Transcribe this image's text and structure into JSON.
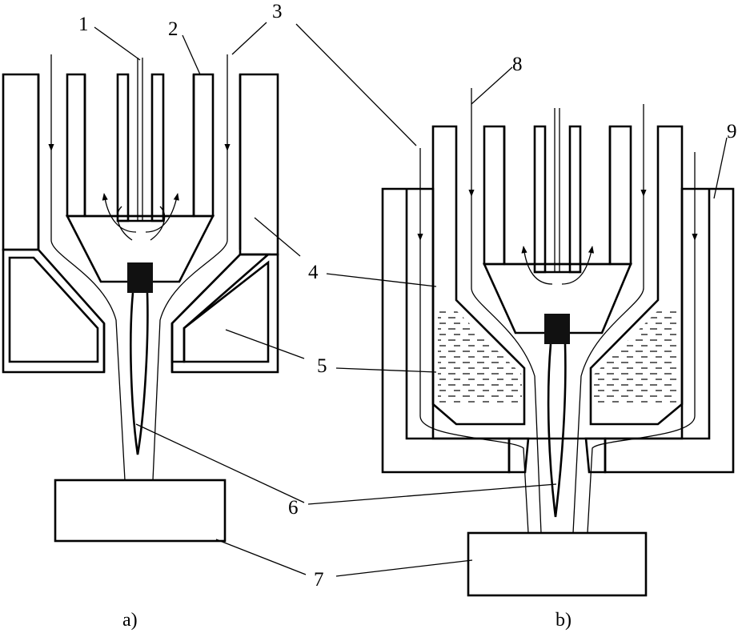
{
  "labels": {
    "n1": "1",
    "n2": "2",
    "n3": "3",
    "n4": "4",
    "n5": "5",
    "n6": "6",
    "n7": "7",
    "n8": "8",
    "n9": "9"
  },
  "captions": {
    "a": "a)",
    "b": "b)"
  }
}
